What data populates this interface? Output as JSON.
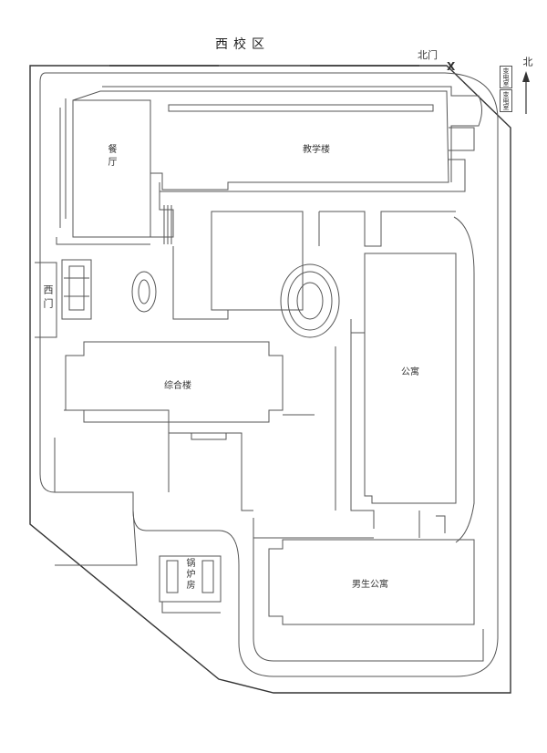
{
  "map": {
    "title": "西校区",
    "north_gate": "北门",
    "west_gate": "西门",
    "north_arrow": "北",
    "substation_1": "变电室",
    "substation_2": "变电室",
    "buildings": {
      "canteen": "餐厅",
      "teaching": "教学楼",
      "complex": "综合楼",
      "apartment": "公寓",
      "male_apartment": "男生公寓",
      "boiler_room": "锅炉房"
    },
    "gate_marker": "X"
  }
}
